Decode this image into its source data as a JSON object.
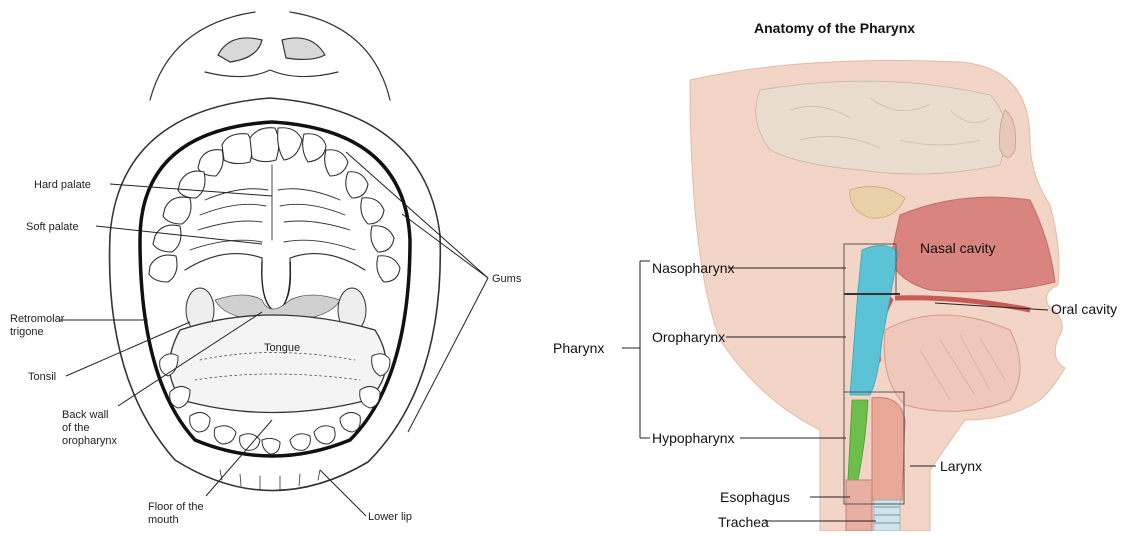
{
  "mouth": {
    "labels": {
      "hard_palate": "Hard palate",
      "soft_palate": "Soft palate",
      "retromolar_1": "Retromolar",
      "retromolar_2": "trigone",
      "tonsil": "Tonsil",
      "back_wall_1": "Back wall",
      "back_wall_2": "of the",
      "back_wall_3": "oropharynx",
      "floor_1": "Floor of the",
      "floor_2": "mouth",
      "lower_lip": "Lower lip",
      "gums": "Gums",
      "tongue": "Tongue"
    }
  },
  "pharynx": {
    "title": "Anatomy of the Pharynx",
    "labels": {
      "pharynx": "Pharynx",
      "nasopharynx": "Nasopharynx",
      "oropharynx": "Oropharynx",
      "hypopharynx": "Hypopharynx",
      "nasal_cavity": "Nasal cavity",
      "oral_cavity": "Oral cavity",
      "larynx": "Larynx",
      "esophagus": "Esophagus",
      "trachea": "Trachea"
    }
  },
  "colors": {
    "nasal_cavity": "#d9847e",
    "pharynx_blue": "#5cc3d6",
    "epiglottis_green": "#6bbf4a",
    "skin": "#f2d5c6",
    "brain": "#eadccf"
  }
}
